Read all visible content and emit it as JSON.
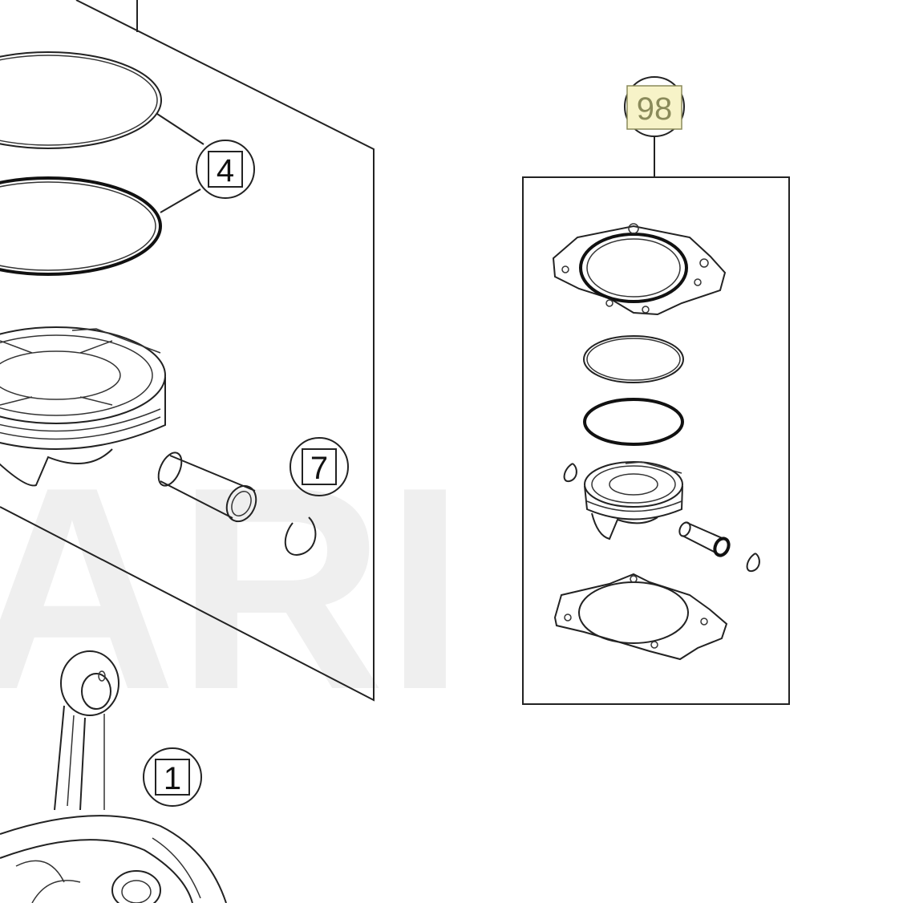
{
  "diagram": {
    "watermark": "ARI",
    "callouts": [
      {
        "id": "callout-4",
        "label": "4",
        "highlighted": false
      },
      {
        "id": "callout-7",
        "label": "7",
        "highlighted": false
      },
      {
        "id": "callout-1",
        "label": "1",
        "highlighted": false
      },
      {
        "id": "callout-98",
        "label": "98",
        "highlighted": true
      }
    ],
    "colors": {
      "line": "#222222",
      "highlight_fill": "#f7f3c8",
      "highlight_text": "#8a8a5a",
      "watermark": "#f0f0f0"
    }
  }
}
